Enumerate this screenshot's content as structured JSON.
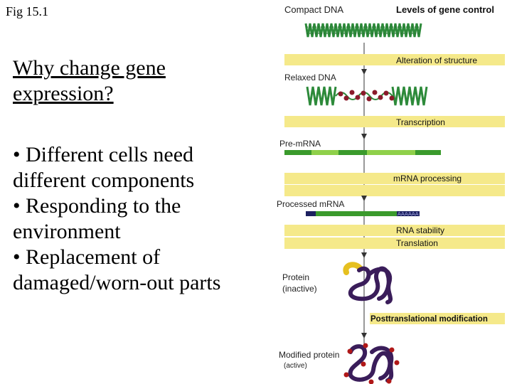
{
  "slide": {
    "fig_label": "Fig 15.1",
    "heading_line1": "Why change gene",
    "heading_line2": "expression?",
    "bullets": [
      "• Different cells need",
      "different components",
      "• Responding to the",
      "environment",
      "• Replacement of",
      "damaged/worn-out parts"
    ]
  },
  "diagram": {
    "header": "Levels of gene control",
    "stages": {
      "compact_dna": "Compact DNA",
      "relaxed_dna": "Relaxed DNA",
      "pre_mrna": "Pre-mRNA",
      "processed_mrna": "Processed mRNA",
      "protein_inactive_1": "Protein",
      "protein_inactive_2": "(inactive)",
      "modified_protein": "Modified protein",
      "active": "(active)"
    },
    "controls": {
      "alteration": "Alteration of structure",
      "transcription": "Transcription",
      "mrna_processing": "mRNA processing",
      "rna_stability": "RNA stability",
      "translation": "Translation",
      "posttranslational": "Posttranslational modification"
    },
    "colors": {
      "band": "#f5e98a",
      "dna_green": "#2d8a3a",
      "exon_green": "#3a9a2c",
      "intron_lime": "#8fd04a",
      "cap_navy": "#1c2060",
      "protein_purple": "#3a1d5a",
      "inactive_yellow": "#e6c020",
      "modification_red": "#b01818"
    }
  }
}
